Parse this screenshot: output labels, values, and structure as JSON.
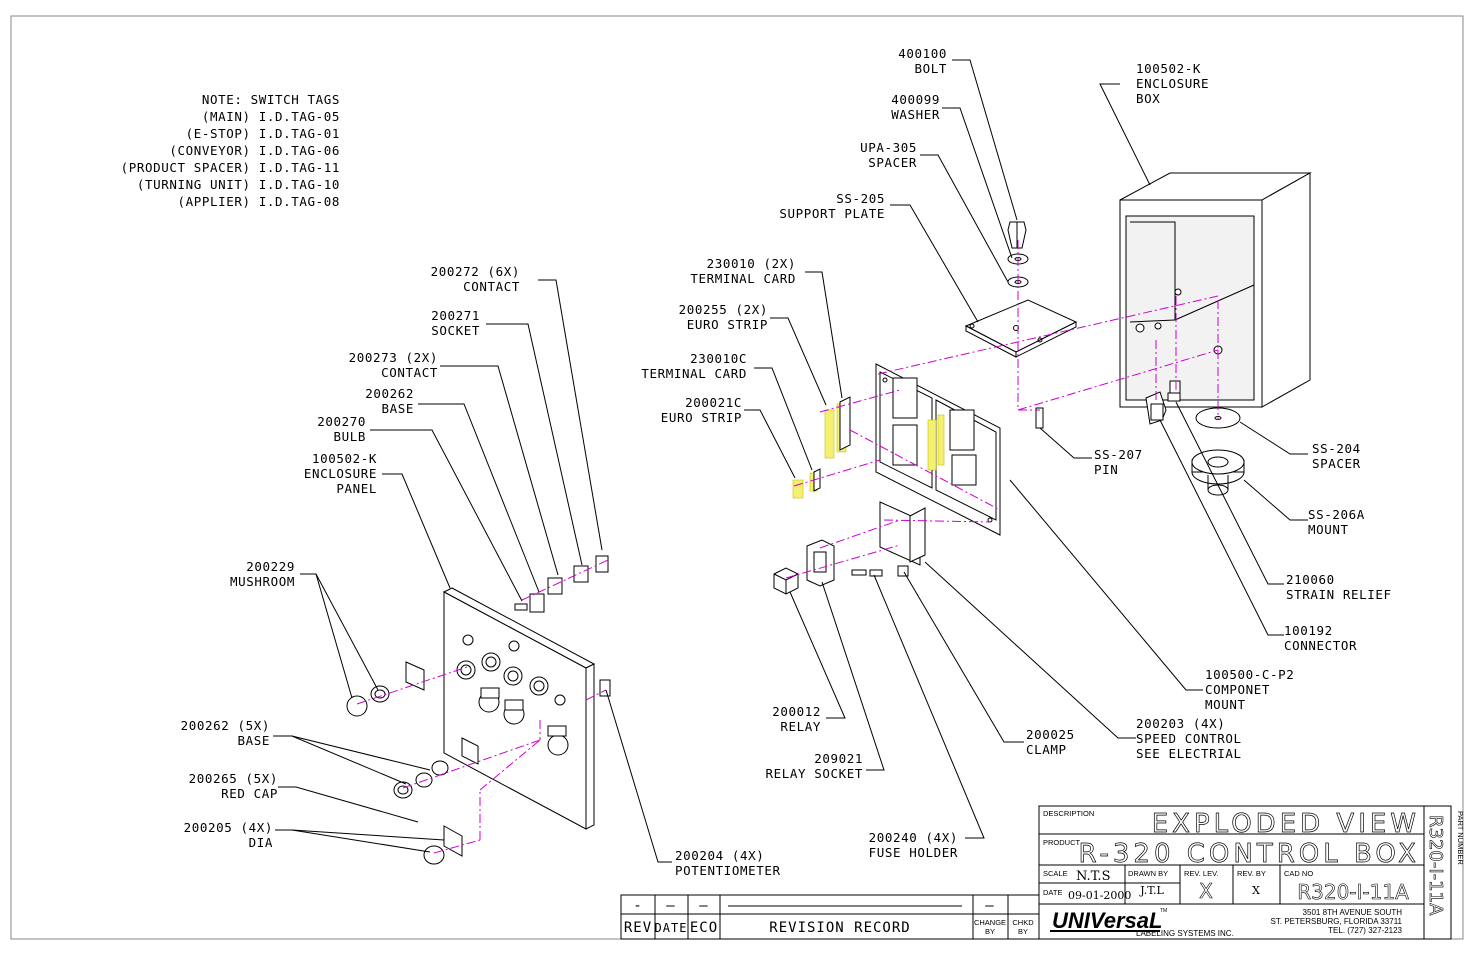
{
  "note": {
    "lines": [
      "NOTE: SWITCH TAGS",
      "(MAIN) I.D.TAG-05",
      "(E-STOP) I.D.TAG-01",
      "(CONVEYOR) I.D.TAG-06",
      "(PRODUCT SPACER) I.D.TAG-11",
      "(TURNING UNIT) I.D.TAG-10",
      "(APPLIER) I.D.TAG-08"
    ]
  },
  "callouts": {
    "c400100": [
      "400100",
      "BOLT"
    ],
    "c400099": [
      "400099",
      "WASHER"
    ],
    "cupa305": [
      "UPA-305",
      "SPACER"
    ],
    "css205": [
      "SS-205",
      "SUPPORT PLATE"
    ],
    "c100502box": [
      "100502-K",
      "ENCLOSURE",
      "BOX"
    ],
    "c230010": [
      "230010 (2X)",
      "TERMINAL CARD"
    ],
    "c200255": [
      "200255 (2X)",
      "EURO STRIP"
    ],
    "c230010c": [
      "230010C",
      "TERMINAL CARD"
    ],
    "c200021c": [
      "200021C",
      "EURO STRIP"
    ],
    "c200272": [
      "200272 (6X)",
      "CONTACT"
    ],
    "c200271": [
      "200271",
      "SOCKET"
    ],
    "c200273": [
      "200273 (2X)",
      "CONTACT"
    ],
    "c200262a": [
      "200262",
      "BASE"
    ],
    "c200270": [
      "200270",
      "BULB"
    ],
    "c100502panel": [
      "100502-K",
      "ENCLOSURE",
      "PANEL"
    ],
    "c200229": [
      "200229",
      "MUSHROOM"
    ],
    "c200262b": [
      "200262 (5X)",
      "BASE"
    ],
    "c200265": [
      "200265 (5X)",
      "RED CAP"
    ],
    "c200205": [
      "200205 (4X)",
      "DIA"
    ],
    "c200204": [
      "200204 (4X)",
      "POTENTIOMETER"
    ],
    "css207": [
      "SS-207",
      "PIN"
    ],
    "css204": [
      "SS-204",
      "SPACER"
    ],
    "css206a": [
      "SS-206A",
      "MOUNT"
    ],
    "c210060": [
      "210060",
      "STRAIN RELIEF"
    ],
    "c100192": [
      "100192",
      "CONNECTOR"
    ],
    "c100500": [
      "100500-C-P2",
      "COMPONET",
      "MOUNT"
    ],
    "c200203": [
      "200203 (4X)",
      "SPEED CONTROL",
      "SEE ELECTRIAL"
    ],
    "c200025": [
      "200025",
      "CLAMP"
    ],
    "c200012": [
      "200012",
      "RELAY"
    ],
    "c209021": [
      "209021",
      "RELAY SOCKET"
    ],
    "c200240": [
      "200240 (4X)",
      "FUSE HOLDER"
    ]
  },
  "revision_block": {
    "dashes": [
      "-",
      "—",
      "—",
      "—"
    ],
    "rev": "REV",
    "date": "DATE",
    "eco": "ECO",
    "record": "REVISION RECORD",
    "change_by": [
      "CHANGE",
      "BY"
    ],
    "chkd_by": [
      "CHKD",
      "BY"
    ]
  },
  "title_block": {
    "description_label": "DESCRIPTION",
    "description": "EXPLODED VIEW",
    "product_label": "PRODUCT",
    "product": "R-320 CONTROL BOX",
    "scale_label": "SCALE",
    "scale": "N.T.S",
    "date_label": "DATE",
    "date": "09-01-2000",
    "drawn_by_label": "DRAWN BY",
    "drawn_by": "J.T.L",
    "rev_lev_label": "REV. LEV.",
    "rev_lev": "X",
    "rev_by_label": "REV. BY",
    "rev_by": "X",
    "cad_no_label": "CAD NO",
    "cad_no": "R320-I-11A",
    "part_number_label": "PART NUMBER",
    "part_number": "R320-I-11A",
    "company": "UNIVersaL",
    "tm": "TM",
    "company_sub": "LABELING SYSTEMS INC.",
    "address": [
      "3501 8TH AVENUE SOUTH",
      "ST. PETERSBURG, FLORIDA 33711",
      "TEL. (727) 327-2123"
    ]
  }
}
